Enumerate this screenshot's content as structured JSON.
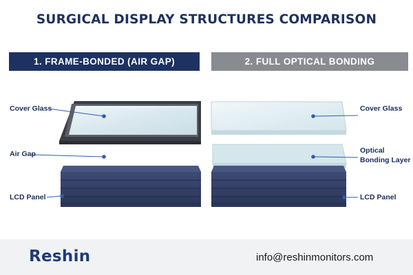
{
  "title": "SURGICAL DISPLAY STRUCTURES COMPARISON",
  "panels": {
    "left": {
      "header": "1. FRAME-BONDED (AIR GAP)",
      "labels": {
        "cover_glass": "Cover Glass",
        "air_gap": "Air Gap",
        "lcd_panel": "LCD Panel"
      }
    },
    "right": {
      "header": "2. FULL OPTICAL BONDING",
      "labels": {
        "cover_glass": "Cover Glass",
        "optical_bonding_line1": "Optical",
        "optical_bonding_line2": "Bonding Layer",
        "lcd_panel": "LCD Panel"
      }
    }
  },
  "footer": {
    "brand": "Reshin",
    "email": "info@reshinmonitors.com"
  },
  "colors": {
    "title": "#1e3160",
    "header_left": "#1e3261",
    "header_right": "#888b90",
    "label": "#1c2d58",
    "lcd": "#34416a",
    "frame": "#3c3f46",
    "glass": "#dbe9ef",
    "brand": "#1f3a78"
  }
}
